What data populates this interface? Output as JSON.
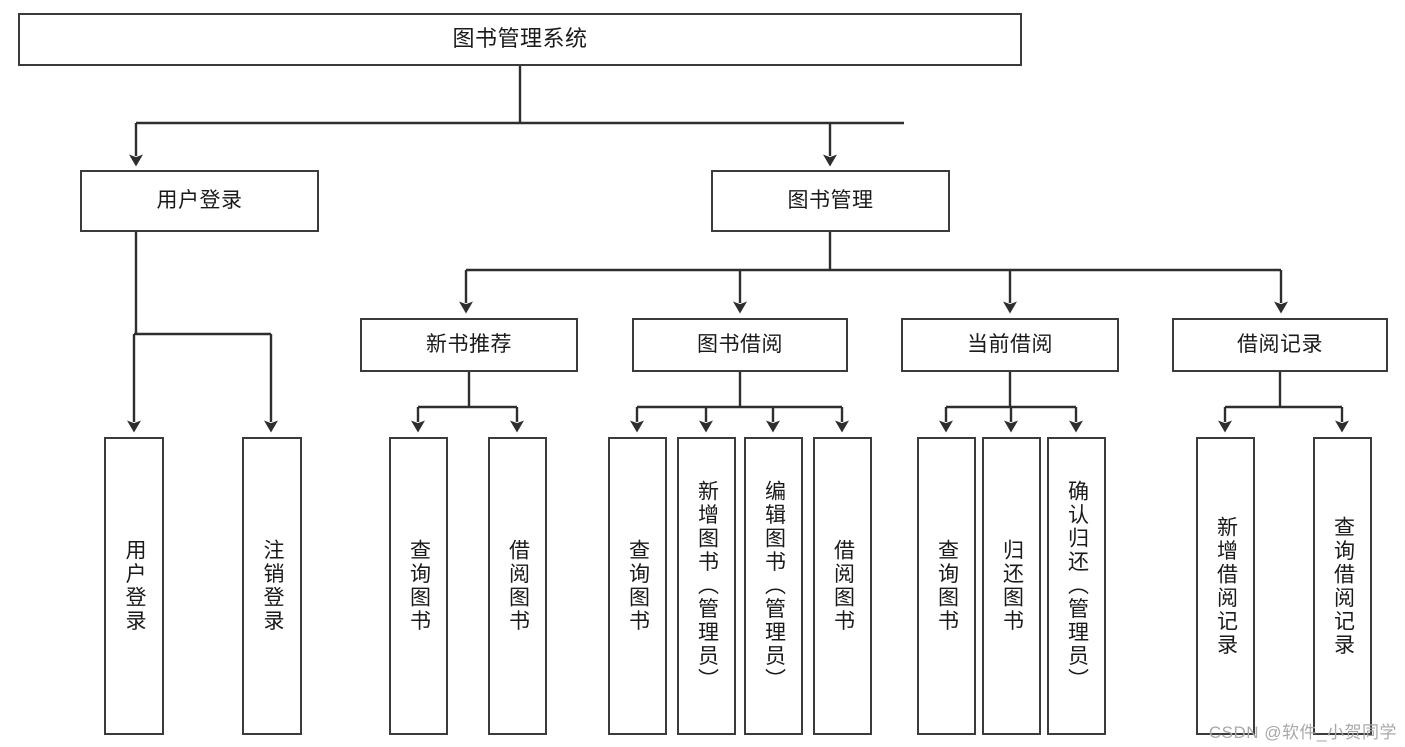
{
  "diagram": {
    "type": "tree-hierarchy-flowchart",
    "title": "图书管理系统",
    "background_color": "#ffffff",
    "line_color": "#2e2e2e",
    "text_color": "#1a1a1a",
    "levels": 4
  },
  "nodes": {
    "root": {
      "label": "图书管理系统",
      "orientation": "horizontal"
    },
    "level1": [
      {
        "id": "user-login",
        "label": "用户登录",
        "orientation": "horizontal"
      },
      {
        "id": "book-management",
        "label": "图书管理",
        "orientation": "horizontal"
      }
    ],
    "level2": [
      {
        "id": "new-book-recommend",
        "label": "新书推荐",
        "orientation": "horizontal",
        "parent": "book-management"
      },
      {
        "id": "book-borrow",
        "label": "图书借阅",
        "orientation": "horizontal",
        "parent": "book-management"
      },
      {
        "id": "current-borrow",
        "label": "当前借阅",
        "orientation": "horizontal",
        "parent": "book-management"
      },
      {
        "id": "borrow-record",
        "label": "借阅记录",
        "orientation": "horizontal",
        "parent": "book-management"
      }
    ],
    "leaves": {
      "user-login": [
        {
          "id": "leaf-user-login",
          "label": "用户登录"
        },
        {
          "id": "leaf-logout-login",
          "label": "注销登录"
        }
      ],
      "new-book-recommend": [
        {
          "id": "leaf-query-book-1",
          "label": "查询图书"
        },
        {
          "id": "leaf-borrow-book-1",
          "label": "借阅图书"
        }
      ],
      "book-borrow": [
        {
          "id": "leaf-query-book-2",
          "label": "查询图书"
        },
        {
          "id": "leaf-add-book",
          "label": "新增图书（管理员）"
        },
        {
          "id": "leaf-edit-book",
          "label": "编辑图书（管理员）"
        },
        {
          "id": "leaf-borrow-book-2",
          "label": "借阅图书"
        }
      ],
      "current-borrow": [
        {
          "id": "leaf-query-book-3",
          "label": "查询图书"
        },
        {
          "id": "leaf-return-book",
          "label": "归还图书"
        },
        {
          "id": "leaf-confirm-return",
          "label": "确认归还（管理员）"
        }
      ],
      "borrow-record": [
        {
          "id": "leaf-add-record",
          "label": "新增借阅记录"
        },
        {
          "id": "leaf-query-record",
          "label": "查询借阅记录"
        }
      ]
    }
  },
  "watermark": {
    "text": "CSDN @软件_小贺同学"
  }
}
